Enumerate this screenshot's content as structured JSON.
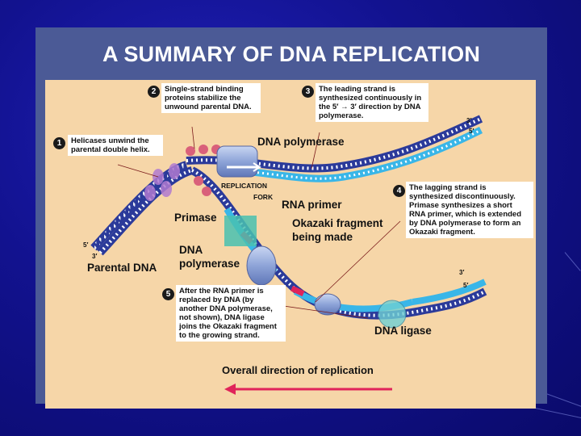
{
  "title": "A SUMMARY OF DNA REPLICATION",
  "callouts": [
    {
      "number": "1",
      "text": "Helicases unwind the parental double helix."
    },
    {
      "number": "2",
      "text": "Single-strand binding proteins stabilize the unwound parental DNA."
    },
    {
      "number": "3",
      "text": "The leading strand is synthesized continuously in the 5′ → 3′ direction by DNA polymerase."
    },
    {
      "number": "4",
      "text": "The lagging strand is synthesized discontinuously. Primase synthesizes a short RNA primer, which is extended by DNA polymerase to form an Okazaki fragment."
    },
    {
      "number": "5",
      "text": "After the RNA primer is replaced by DNA (by another DNA polymerase, not shown), DNA ligase joins the Okazaki fragment to the growing strand."
    }
  ],
  "labels": {
    "dna_polymerase_top": "DNA polymerase",
    "replication_fork_line1": "REPLICATION",
    "replication_fork_line2": "FORK",
    "rna_primer": "RNA primer",
    "primase": "Primase",
    "okazaki_line1": "Okazaki fragment",
    "okazaki_line2": "being made",
    "dna_polymerase_bottom_line1": "DNA",
    "dna_polymerase_bottom_line2": "polymerase",
    "parental_dna": "Parental DNA",
    "dna_ligase": "DNA ligase",
    "overall_direction": "Overall direction of replication",
    "end_5_left": "5′",
    "end_3_left": "3′",
    "end_3_top": "3′",
    "end_5_top": "5′",
    "end_3_bottom": "3′",
    "end_5_bottom": "5′"
  },
  "colors": {
    "background": "#12128f",
    "panel": "#4b5a96",
    "figure": "#f6d6a8",
    "parental_strand": "#2b3a9a",
    "new_strand": "#39b6e8",
    "rna_primer": "#e0245a",
    "helicase": "#b07ad0",
    "ssb": "#d9607a",
    "arrow": "#e0245a"
  }
}
